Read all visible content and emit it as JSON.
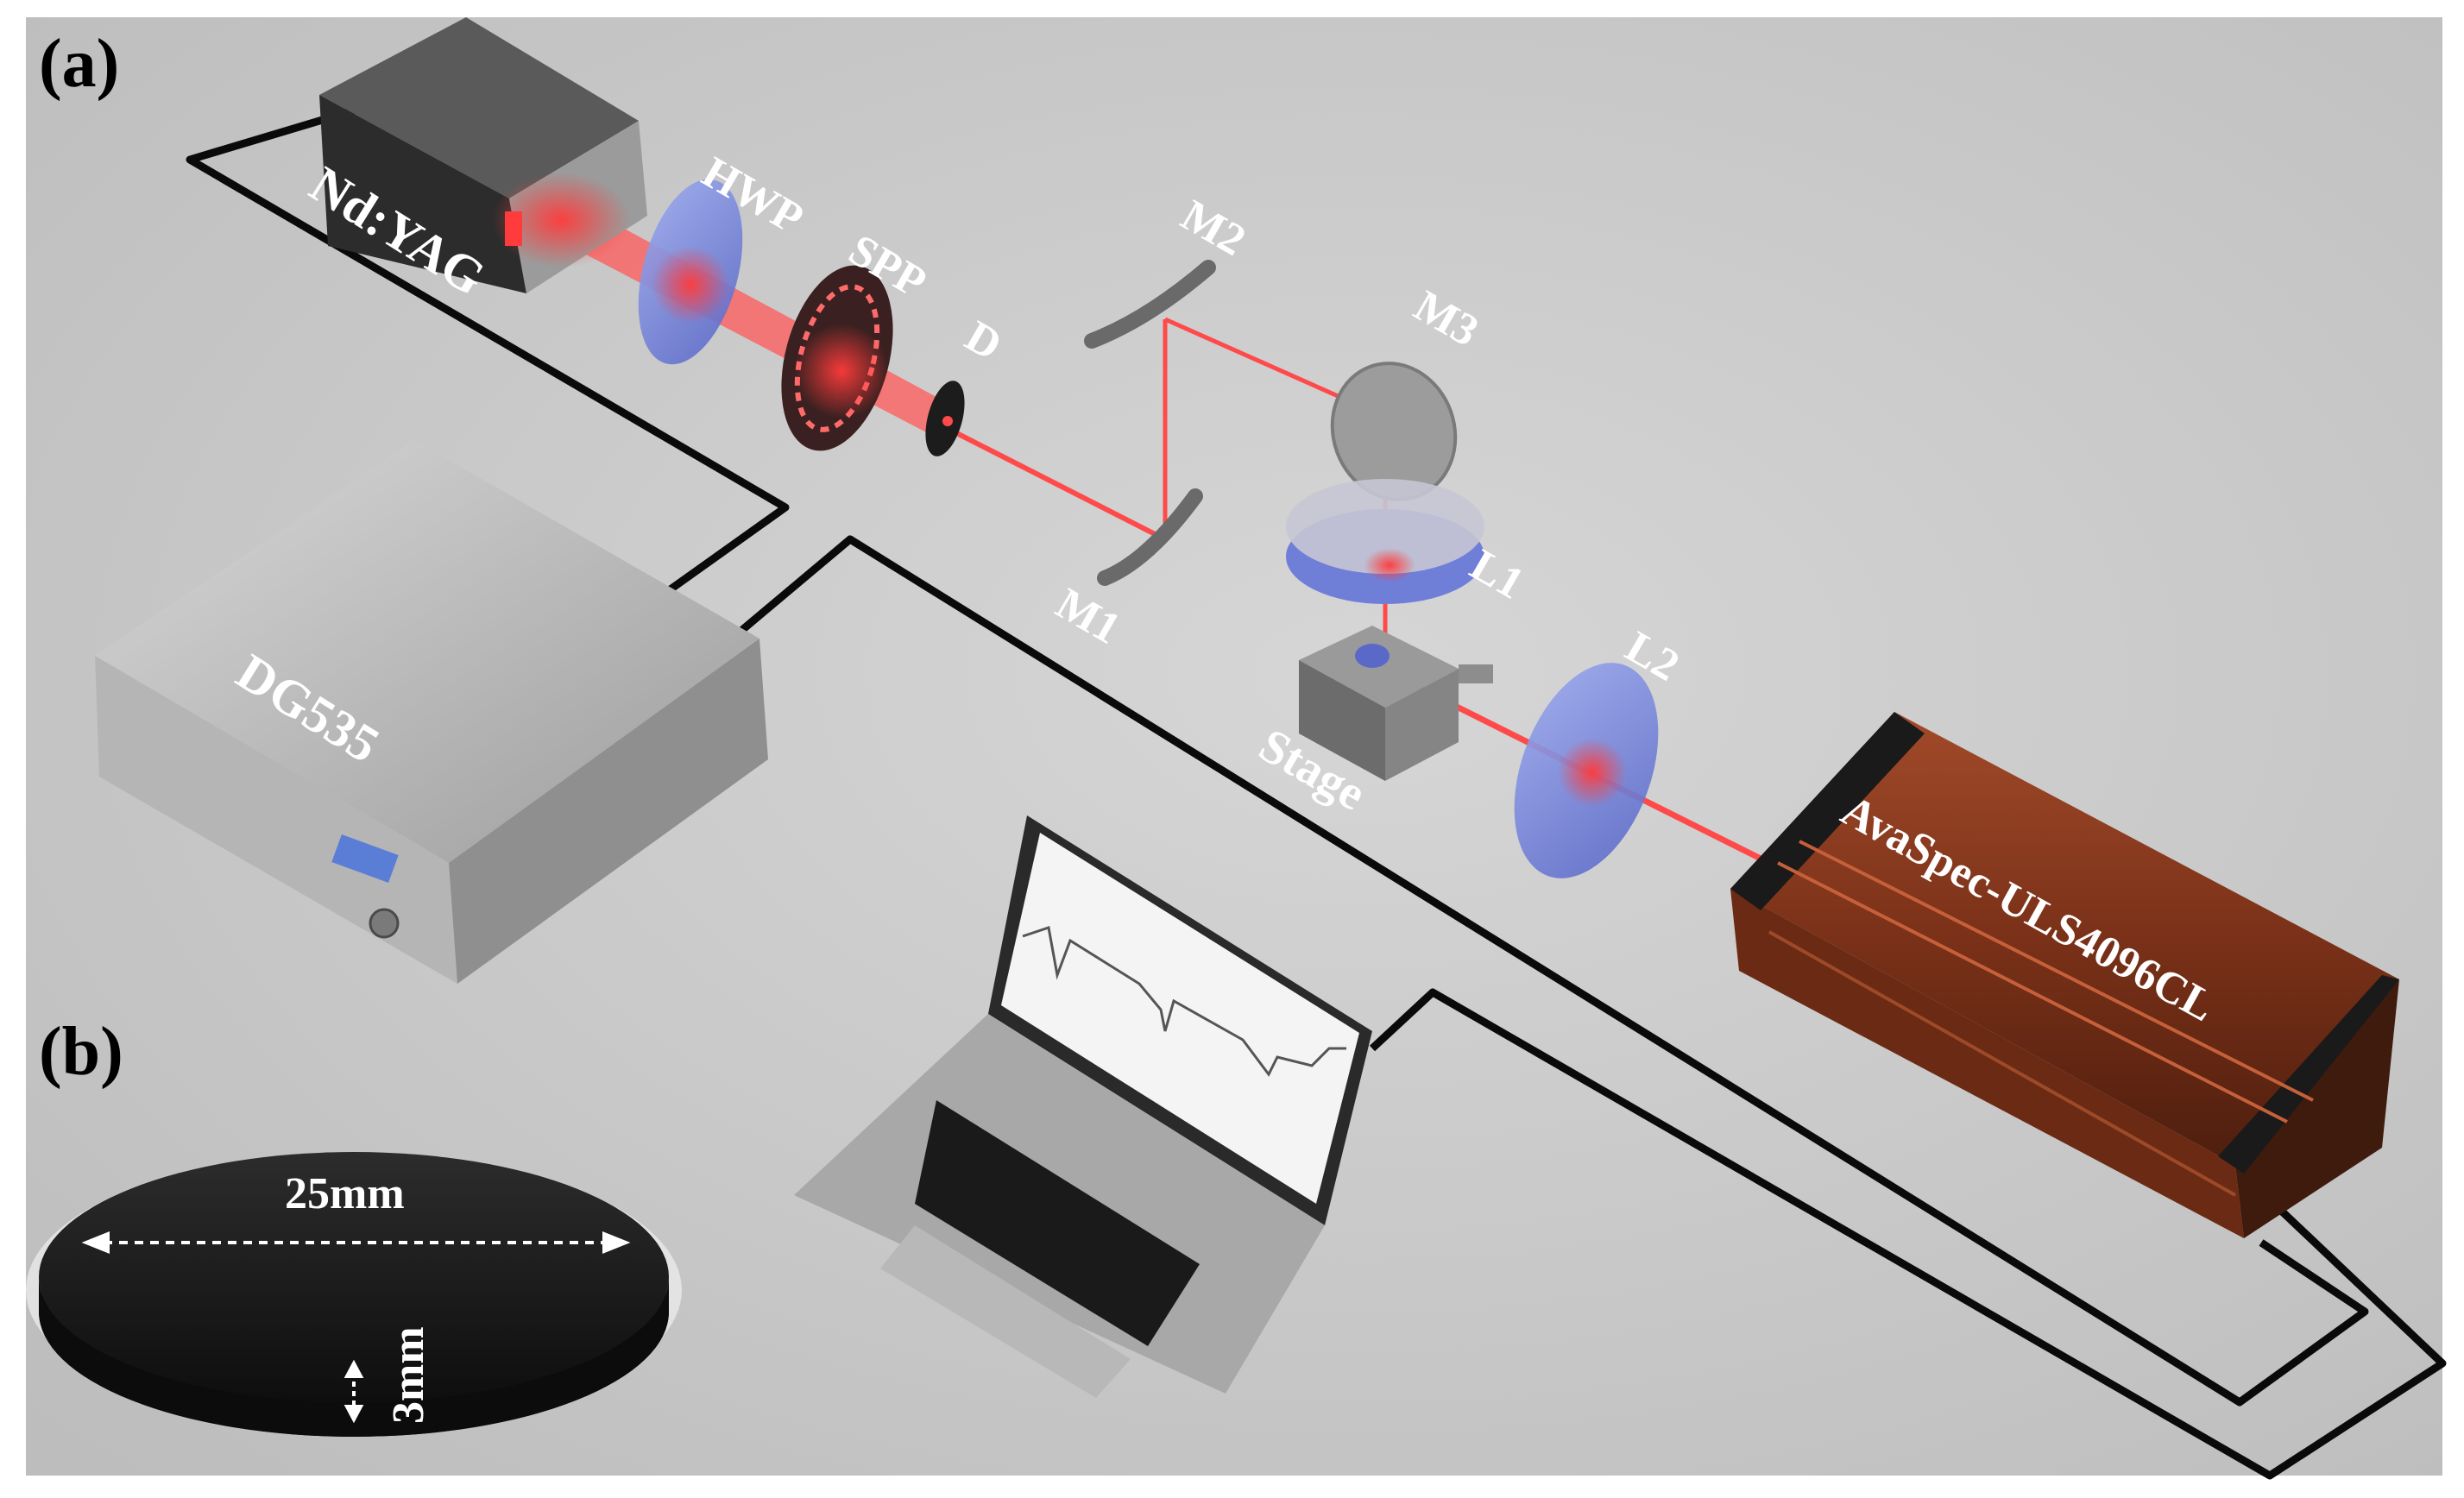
{
  "panels": {
    "a": "(a)",
    "b": "(b)"
  },
  "components": {
    "laser": "Nd:YAG",
    "hwp": "HWP",
    "spp": "SPP",
    "diaphragm": "D",
    "m1": "M1",
    "m2": "M2",
    "m3": "M3",
    "l1": "L1",
    "l2": "L2",
    "stage": "Stage",
    "delay_generator": "DG535",
    "spectrometer": "AvaSpec-ULS4096CL"
  },
  "sample": {
    "diameter": "25mm",
    "thickness": "3mm"
  },
  "colors": {
    "background": "#c9c9c9",
    "laser_beam": "#ff4a4a",
    "cable": "#0a0a0a",
    "label_white": "#ffffff",
    "optic_blue": "#6f7fd8",
    "spectrometer_body": "#7b3520"
  },
  "icons": {
    "laser": "laser-head-icon",
    "delay_generator": "instrument-box-icon",
    "laptop": "laptop-icon",
    "spectrometer": "spectrometer-icon",
    "sample": "sample-disk-icon"
  }
}
